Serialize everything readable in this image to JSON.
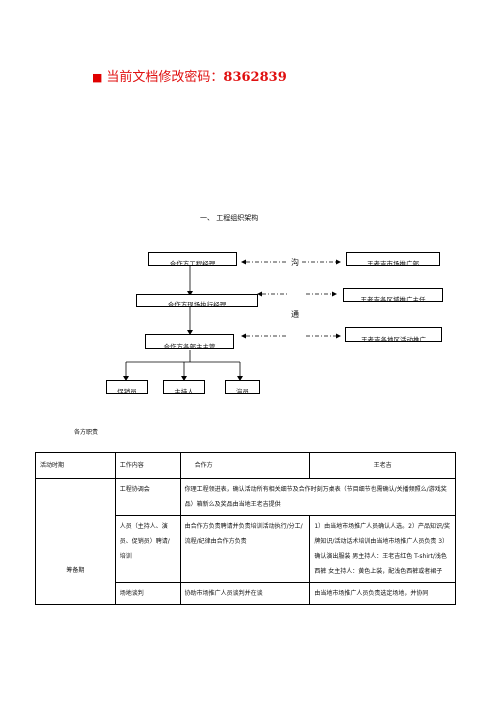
{
  "code_notice": {
    "label": "当前文档修改密码：",
    "value": "8362839"
  },
  "section_heading": "一、   工程组织架构",
  "org_chart": {
    "left_boxes": [
      "合作方工程经理",
      "合作方现场执行经理",
      "合作方各部主主管"
    ],
    "right_boxes": [
      "王老吉市场推广部",
      "王老吉各区域推广主任",
      "王老吉各地区活动推广"
    ],
    "bottom_boxes": [
      "促销员",
      "主持人",
      "演员"
    ],
    "middle_labels": [
      "沟",
      "通"
    ]
  },
  "roles_title": "各方职责",
  "table": {
    "headers": [
      "活动时期",
      "工作内容",
      "合作方",
      "王老吉"
    ],
    "phase": "筹备期",
    "rows": [
      {
        "task": "工程协调会",
        "merged": "你理工程领进表，确认活动所有相关细节及合作时刻万桌表（节目细节也需确认/关播频照么/游戏奖品）箱新么及奖品由当地王老吉提供",
        "partner": "",
        "wlj": ""
      },
      {
        "task": "人员（主持人、演员、促销员）聘请/培训",
        "merged": "",
        "partner": "由合作方负责聘请并负责培训活动执行/分工/流程/纪律由合作方负责",
        "wlj": "1）由当地市场推广人员确认人选。2）产品知识/奖牌知识/活动话术培训由当地市场推广人员负责 3）确认演出服装 男主持人：王老吉红色 T-shirt/浅色西裤 女主持人：黄色上装，配浅色西裤或者裙子"
      },
      {
        "task": "场地谈判",
        "merged": "",
        "partner": "协助市场推广人员谈判并在谈",
        "wlj": "由当地市场推广人员负责选定场地，并协同"
      }
    ]
  }
}
